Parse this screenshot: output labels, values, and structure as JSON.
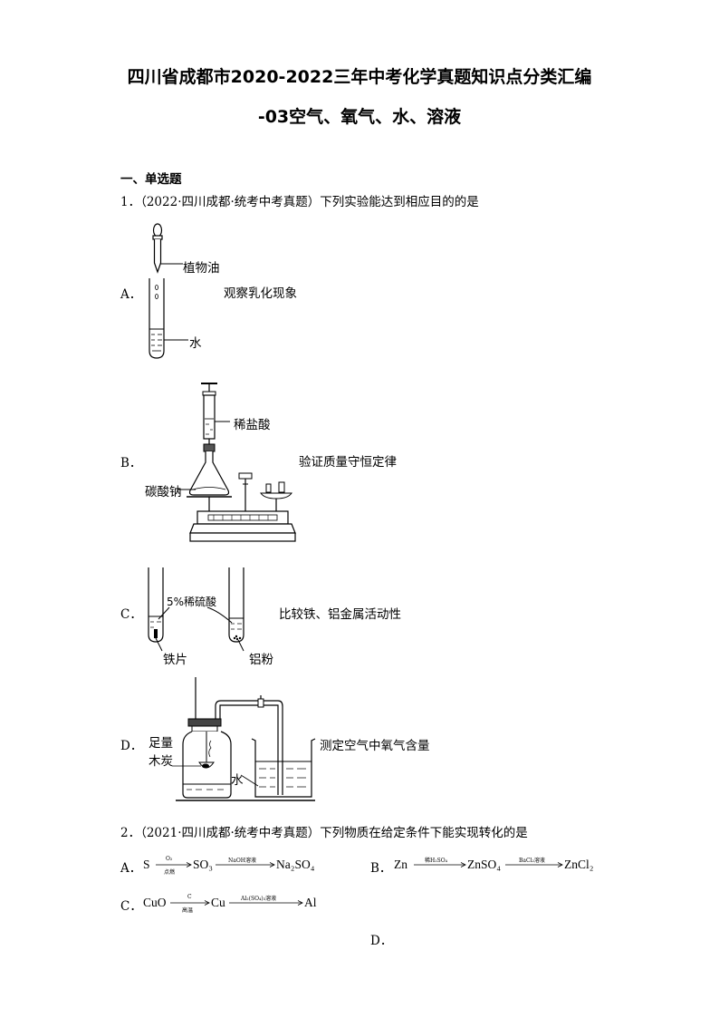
{
  "title_line1": "四川省成都市2020-2022三年中考化学真题知识点分类汇编",
  "title_line2": "-03空气、氧气、水、溶液",
  "section1": "一、单选题",
  "q1": {
    "stem": "1．（2022·四川成都·统考中考真题）下列实验能达到相应目的的是",
    "A": {
      "letter": "A．",
      "purpose": "观察乳化现象",
      "label_oil": "植物油",
      "label_water": "水"
    },
    "B": {
      "letter": "B．",
      "purpose": "验证质量守恒定律",
      "label_acid": "稀盐酸",
      "label_na2co3": "碳酸钠"
    },
    "C": {
      "letter": "C．",
      "purpose": "比较铁、铝金属活动性",
      "label_acid": "5%稀硫酸",
      "label_fe": "铁片",
      "label_al": "铝粉"
    },
    "D": {
      "letter": "D．",
      "purpose": "测定空气中氧气含量",
      "label_enough": "足量",
      "label_charcoal": "木炭",
      "label_water": "水"
    }
  },
  "q2": {
    "stem": "2．（2021·四川成都·统考中考真题）下列物质在给定条件下能实现转化的是",
    "A": {
      "letter": "A．",
      "s1": "S",
      "above1": "O₂",
      "below1": "点燃",
      "s2": "SO₃",
      "above2": "NaOH溶液",
      "s3": "Na₂SO₄"
    },
    "B": {
      "letter": "B．",
      "s1": "Zn",
      "above1": "稀H₂SO₄",
      "s2": "ZnSO₄",
      "above2": "BaCl₂溶液",
      "s3": "ZnCl₂"
    },
    "C": {
      "letter": "C．",
      "s1": "CuO",
      "above1": "C",
      "below1": "高温",
      "s2": "Cu",
      "above2": "Al₂(SO₄)₃溶液",
      "s3": "Al"
    },
    "D": {
      "letter": "D．"
    }
  }
}
